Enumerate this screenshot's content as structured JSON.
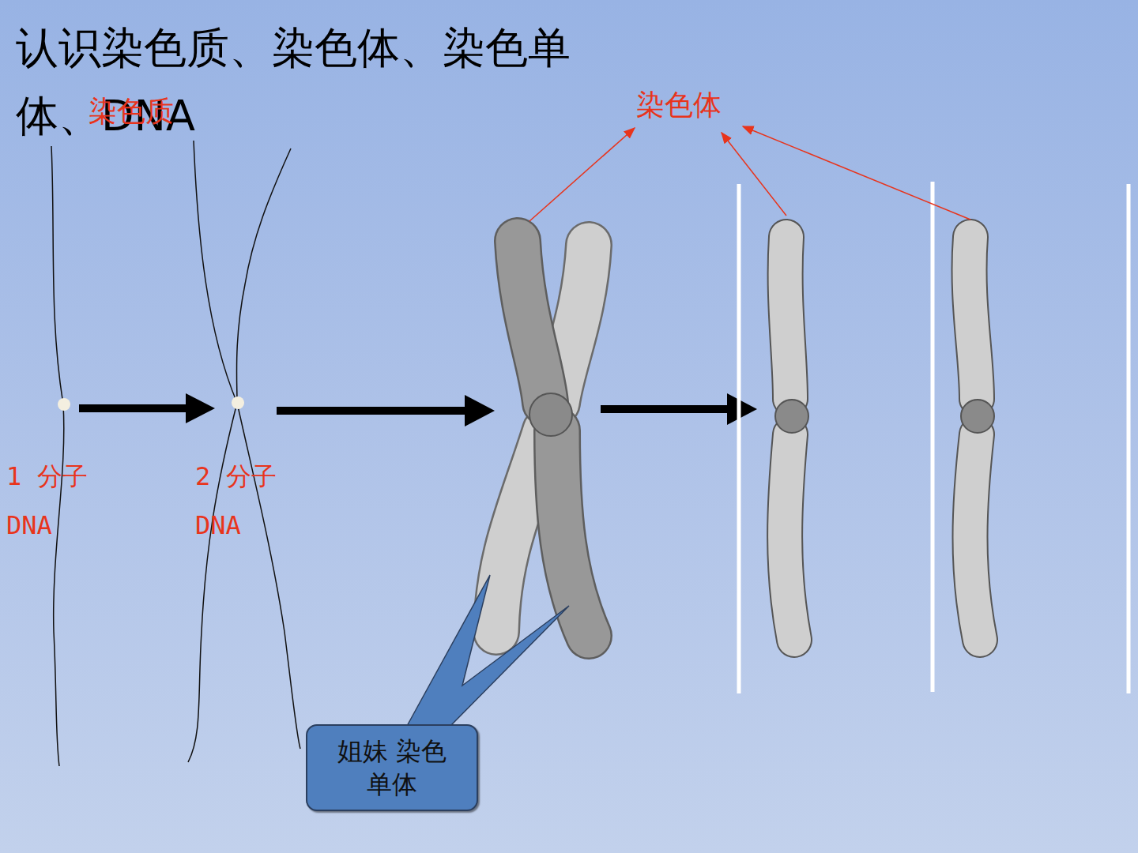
{
  "diagram": {
    "title": "认识染色质、染色体、染色单体、DNA",
    "nodes": [
      {
        "text": [
          "姐妹 染色单体"
        ]
      }
    ],
    "labels": [
      "染色质",
      "染色体",
      "1 分子 DNA",
      "2 分子 DNA"
    ]
  }
}
